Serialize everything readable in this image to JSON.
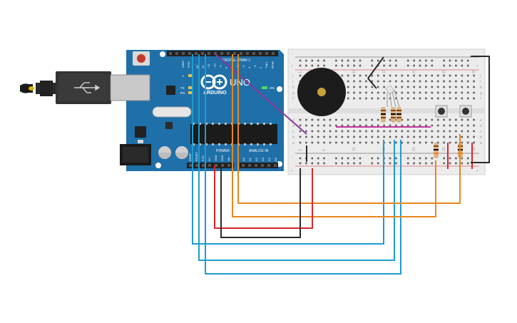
{
  "board": {
    "logo_text": "ARDUINO",
    "model_text": "UNO",
    "digital_header_label": "DIGITAL (PWM~)",
    "power_label": "POWER",
    "analog_label": "ANALOG IN",
    "on_label": "ON",
    "l_label": "L",
    "tx_label": "TX",
    "rx_label": "RX",
    "aref_label": "AREF",
    "gnd_label": "GND",
    "digital_pins": [
      "13",
      "12",
      "~11",
      "~10",
      "~9",
      "8",
      "7",
      "~6",
      "~5",
      "4",
      "~3",
      "2",
      "TX▸1",
      "RX◂0"
    ],
    "power_pins": [
      "IOREF",
      "RESET",
      "3.3V",
      "5V",
      "GND",
      "GND",
      "Vin"
    ],
    "analog_pins": [
      "A0",
      "A1",
      "A2",
      "A3",
      "A4",
      "A5"
    ]
  },
  "breadboard": {
    "row_letters_top": [
      "j",
      "i",
      "h",
      "g",
      "f"
    ],
    "row_letters_bottom": [
      "e",
      "d",
      "c",
      "b",
      "a"
    ],
    "rail_plus": "+",
    "rail_minus": "-",
    "column_numbers": [
      "1",
      "",
      "",
      "",
      "5",
      "",
      "",
      "",
      "",
      "10",
      "",
      "",
      "",
      "",
      "15",
      "",
      "",
      "",
      "",
      "20",
      "",
      "",
      "",
      "",
      "25",
      "",
      "",
      "",
      "",
      "30"
    ]
  },
  "colors": {
    "board": "#1f6fa8",
    "board_dark": "#17598a",
    "breadboard": "#ececec",
    "wire_cyan": "#1e9ccf",
    "wire_orange": "#e8861e",
    "wire_red": "#d8262b",
    "wire_black": "#2a2a2a",
    "wire_purple": "#8a3a9a",
    "wire_magenta": "#c2359b"
  }
}
